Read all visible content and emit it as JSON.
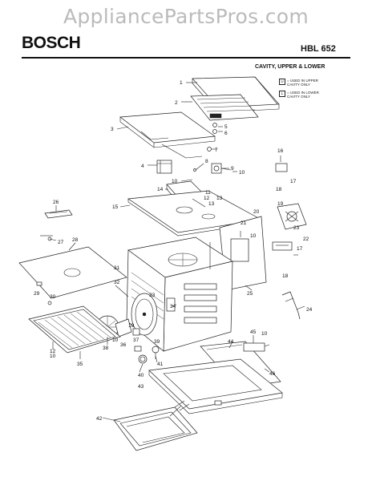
{
  "watermark": "AppliancePartsPros.com",
  "header": {
    "brand": "BOSCH",
    "model": "HBL 652",
    "section_title": "CAVITY, UPPER & LOWER"
  },
  "legend": {
    "upper_marker": "U",
    "upper_text": "= USED IN UPPER CAVITY ONLY",
    "lower_marker": "L",
    "lower_text": "= USED IN LOWER CAVITY ONLY"
  },
  "parts": [
    {
      "id": "p1",
      "label": "1"
    },
    {
      "id": "p2",
      "label": "2"
    },
    {
      "id": "p3",
      "label": "3"
    },
    {
      "id": "p4",
      "label": "4"
    },
    {
      "id": "p5",
      "label": "5"
    },
    {
      "id": "p6",
      "label": "6"
    },
    {
      "id": "p7",
      "label": "7"
    },
    {
      "id": "p8",
      "label": "8"
    },
    {
      "id": "p9",
      "label": "9"
    },
    {
      "id": "p10a",
      "label": "10"
    },
    {
      "id": "p10b",
      "label": "10"
    },
    {
      "id": "p11",
      "label": "11"
    },
    {
      "id": "p12",
      "label": "12"
    },
    {
      "id": "p13",
      "label": "13"
    },
    {
      "id": "p14",
      "label": "14"
    },
    {
      "id": "p15",
      "label": "15"
    },
    {
      "id": "p16",
      "label": "16"
    },
    {
      "id": "p17a",
      "label": "17"
    },
    {
      "id": "p18a",
      "label": "18"
    },
    {
      "id": "p19",
      "label": "19"
    },
    {
      "id": "p20",
      "label": "20"
    },
    {
      "id": "p21",
      "label": "21"
    },
    {
      "id": "p22",
      "label": "22"
    },
    {
      "id": "p23",
      "label": "23"
    },
    {
      "id": "p24",
      "label": "24"
    },
    {
      "id": "p25",
      "label": "25"
    },
    {
      "id": "p26",
      "label": "26"
    },
    {
      "id": "p27",
      "label": "27"
    },
    {
      "id": "p28",
      "label": "28"
    },
    {
      "id": "p29",
      "label": "29"
    },
    {
      "id": "p30",
      "label": "30"
    },
    {
      "id": "p31",
      "label": "31"
    },
    {
      "id": "p32",
      "label": "32"
    },
    {
      "id": "p33",
      "label": "33"
    },
    {
      "id": "p34",
      "label": "34"
    },
    {
      "id": "p35",
      "label": "35"
    },
    {
      "id": "p36",
      "label": "36"
    },
    {
      "id": "p37",
      "label": "37"
    },
    {
      "id": "p38",
      "label": "38"
    },
    {
      "id": "p39",
      "label": "39"
    },
    {
      "id": "p40",
      "label": "40"
    },
    {
      "id": "p41",
      "label": "41"
    },
    {
      "id": "p42",
      "label": "42"
    },
    {
      "id": "p43",
      "label": "43"
    },
    {
      "id": "p44",
      "label": "44"
    },
    {
      "id": "p45",
      "label": "45"
    },
    {
      "id": "p46",
      "label": "46"
    },
    {
      "id": "p10c",
      "label": "10"
    },
    {
      "id": "p10d",
      "label": "10"
    },
    {
      "id": "p10e",
      "label": "10"
    },
    {
      "id": "p10f",
      "label": "10"
    },
    {
      "id": "p10g",
      "label": "10"
    },
    {
      "id": "p17b",
      "label": "17"
    },
    {
      "id": "p18b",
      "label": "18"
    },
    {
      "id": "p12b",
      "label": "12"
    },
    {
      "id": "p13b",
      "label": "13"
    }
  ]
}
